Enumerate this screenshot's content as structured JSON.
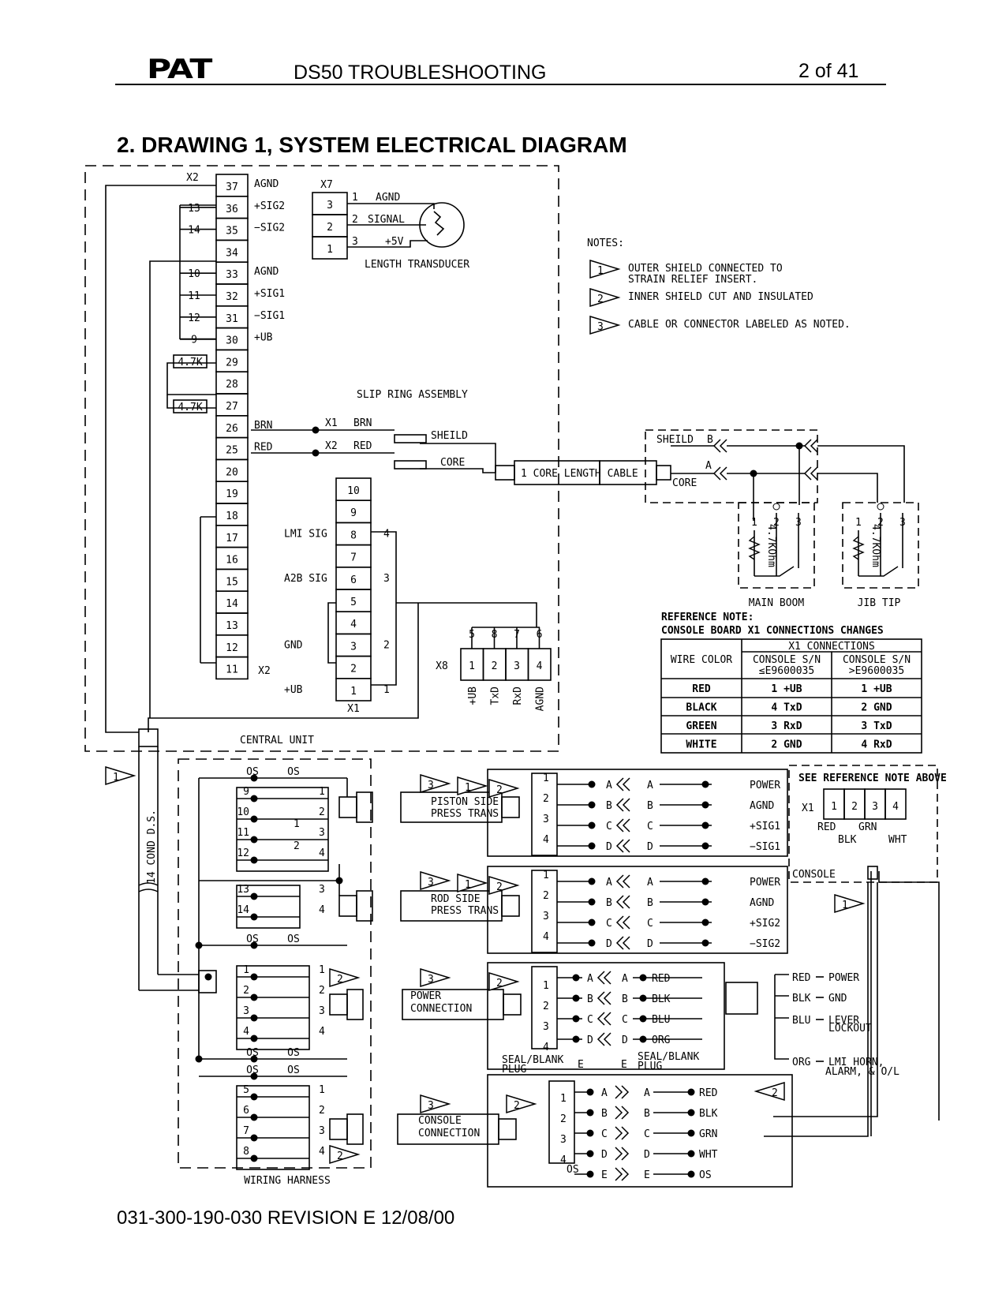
{
  "header": {
    "logo": "PAT",
    "title": "DS50  TROUBLESHOOTING",
    "page": "2 of 41"
  },
  "section_title": "2. DRAWING 1, SYSTEM ELECTRICAL DIAGRAM",
  "footer": "031-300-190-030 REVISION E 12/08/00",
  "x2": {
    "label": "X2",
    "rows": [
      {
        "pin": "37",
        "sig": "AGND",
        "wire": ""
      },
      {
        "pin": "36",
        "sig": "+SIG2",
        "wire": "13"
      },
      {
        "pin": "35",
        "sig": "−SIG2",
        "wire": "14"
      },
      {
        "pin": "34",
        "sig": "",
        "wire": ""
      },
      {
        "pin": "33",
        "sig": "AGND",
        "wire": "10"
      },
      {
        "pin": "32",
        "sig": "+SIG1",
        "wire": "11"
      },
      {
        "pin": "31",
        "sig": "−SIG1",
        "wire": "12"
      },
      {
        "pin": "30",
        "sig": "+UB",
        "wire": "9"
      },
      {
        "pin": "29",
        "sig": "",
        "wire": ""
      },
      {
        "pin": "28",
        "sig": "",
        "wire": ""
      },
      {
        "pin": "27",
        "sig": "",
        "wire": ""
      },
      {
        "pin": "26",
        "sig": "BRN",
        "wire": ""
      },
      {
        "pin": "25",
        "sig": "RED",
        "wire": ""
      },
      {
        "pin": "20",
        "sig": "",
        "wire": ""
      },
      {
        "pin": "19",
        "sig": "",
        "wire": ""
      },
      {
        "pin": "18",
        "sig": "",
        "wire": ""
      },
      {
        "pin": "17",
        "sig": "",
        "wire": ""
      },
      {
        "pin": "16",
        "sig": "",
        "wire": ""
      },
      {
        "pin": "15",
        "sig": "",
        "wire": ""
      },
      {
        "pin": "14",
        "sig": "",
        "wire": ""
      },
      {
        "pin": "13",
        "sig": "",
        "wire": ""
      },
      {
        "pin": "12",
        "sig": "",
        "wire": ""
      },
      {
        "pin": "11",
        "sig": "",
        "wire": ""
      }
    ],
    "resistor": "4.7K"
  },
  "x7": {
    "label": "X7",
    "pins": [
      "3",
      "2",
      "1"
    ],
    "wires": [
      {
        "n": "1",
        "sig": "AGND"
      },
      {
        "n": "2",
        "sig": "SIGNAL"
      },
      {
        "n": "3",
        "sig": "+5V"
      }
    ],
    "caption": "LENGTH TRANSDUCER"
  },
  "notes": {
    "title": "NOTES:",
    "items": [
      {
        "n": "1",
        "lines": [
          "OUTER SHIELD CONNECTED TO",
          "STRAIN RELIEF INSERT."
        ]
      },
      {
        "n": "2",
        "lines": [
          "INNER SHIELD CUT AND INSULATED"
        ]
      },
      {
        "n": "3",
        "lines": [
          "CABLE OR CONNECTOR LABELED AS NOTED."
        ]
      }
    ]
  },
  "slip": {
    "title": "SLIP RING ASSEMBLY",
    "x1": "X1",
    "x2": "X2",
    "brn": "BRN",
    "red": "RED",
    "shield": "SHEILD",
    "core": "CORE",
    "cable": "1 CORE LENGTH CABLE",
    "shield2": "SHEILD",
    "b": "B",
    "a": "A",
    "core2": "CORE"
  },
  "switches": {
    "main": "MAIN BOOM",
    "jib": "JIB TIP",
    "res": "4.7KOhm",
    "pins": [
      "1",
      "2",
      "3"
    ]
  },
  "x1": {
    "label": "X1",
    "pins": [
      "10",
      "9",
      "8",
      "7",
      "6",
      "5",
      "4",
      "3",
      "2",
      "1"
    ],
    "sigs": [
      {
        "row": 2,
        "text": "LMI SIG",
        "wire": "4"
      },
      {
        "row": 4,
        "text": "A2B SIG",
        "wire": "3"
      },
      {
        "row": 7,
        "text": "GND",
        "wire": "2"
      },
      {
        "row": 9,
        "text": "+UB",
        "wire": "1"
      }
    ]
  },
  "x8": {
    "label": "X8",
    "pins": [
      "1",
      "2",
      "3",
      "4"
    ],
    "top": [
      "5",
      "8",
      "7",
      "6"
    ],
    "bottom": [
      "+UB",
      "TxD",
      "RxD",
      "AGND"
    ]
  },
  "central_unit": "CENTRAL UNIT",
  "ref": {
    "title": "REFERENCE NOTE:",
    "subtitle": "CONSOLE BOARD X1 CONNECTIONS CHANGES",
    "wire_color": "WIRE COLOR",
    "x1conn": "X1 CONNECTIONS",
    "col1": [
      "CONSOLE S/N",
      "≤E9600035"
    ],
    "col2": [
      "CONSOLE S/N",
      ">E9600035"
    ],
    "rows": [
      [
        "RED",
        "1 +UB",
        "1 +UB"
      ],
      [
        "BLACK",
        "4 TxD",
        "2 GND"
      ],
      [
        "GREEN",
        "3 RxD",
        "3 TxD"
      ],
      [
        "WHITE",
        "2 GND",
        "4 RxD"
      ]
    ]
  },
  "cond": "14 COND D.S.",
  "harness": {
    "label": "WIRING HARNESS",
    "os": "OS",
    "g1": [
      [
        "9",
        "1"
      ],
      [
        "10",
        "2"
      ],
      [
        "11",
        "3"
      ],
      [
        "12",
        "4"
      ]
    ],
    "g2": [
      [
        "13",
        "3"
      ],
      [
        "14",
        "4"
      ]
    ],
    "g3": [
      [
        "1",
        "1"
      ],
      [
        "2",
        "2"
      ],
      [
        "3",
        "3"
      ],
      [
        "4",
        "4"
      ]
    ],
    "g4": [
      [
        "5",
        "1"
      ],
      [
        "6",
        "2"
      ],
      [
        "7",
        "3"
      ],
      [
        "8",
        "4"
      ]
    ],
    "inner": [
      "1",
      "2"
    ]
  },
  "trans": [
    {
      "name": [
        "PISTON SIDE",
        "PRESS TRANS"
      ],
      "sigs": [
        "POWER",
        "AGND",
        "+SIG1",
        "−SIG1"
      ]
    },
    {
      "name": [
        "ROD SIDE",
        "PRESS TRANS"
      ],
      "sigs": [
        "POWER",
        "AGND",
        "+SIG2",
        "−SIG2"
      ]
    }
  ],
  "power": {
    "name": [
      "POWER",
      "CONNECTION"
    ],
    "wires": [
      "RED",
      "BLK",
      "BLU",
      "ORG"
    ],
    "out": [
      "POWER",
      "GND",
      "LEVER",
      "LOCKOUT",
      "LMI HORN,",
      "ALARM, & O/L"
    ],
    "seal": [
      "SEAL/BLANK",
      "PLUG"
    ]
  },
  "console_conn": {
    "name": [
      "CONSOLE",
      "CONNECTION"
    ],
    "wires": [
      "RED",
      "BLK",
      "GRN",
      "WHT",
      "OS"
    ]
  },
  "console": {
    "see": "SEE REFERENCE NOTE ABOVE",
    "x1": "X1",
    "pins": [
      "1",
      "2",
      "3",
      "4"
    ],
    "wires": [
      "RED",
      "GRN",
      "BLK",
      "WHT"
    ],
    "label": "CONSOLE"
  },
  "letters": [
    "A",
    "B",
    "C",
    "D",
    "E"
  ],
  "pinnums": [
    "1",
    "2",
    "3",
    "4"
  ]
}
